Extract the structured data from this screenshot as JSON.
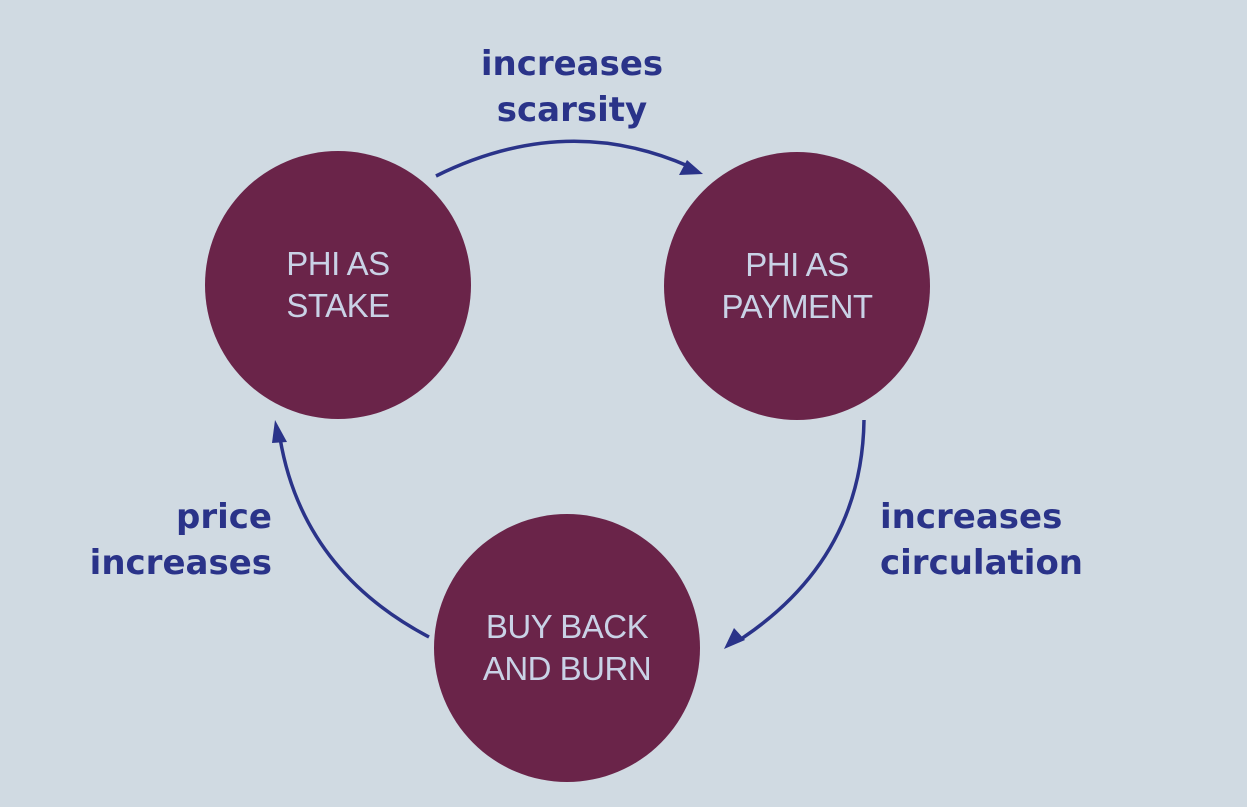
{
  "colors": {
    "background": "#d0dae2",
    "node_fill": "#6a2449",
    "node_text": "#c9d2e6",
    "arrow": "#2a3389",
    "label_text": "#2a3389"
  },
  "nodes": {
    "stake": {
      "line1": "PHI AS",
      "line2": "STAKE"
    },
    "payment": {
      "line1": "PHI AS",
      "line2": "PAYMENT"
    },
    "burn": {
      "line1": "BUY BACK",
      "line2": "AND BURN"
    }
  },
  "edges": {
    "stake_to_payment": {
      "line1": "increases",
      "line2": "scarsity"
    },
    "payment_to_burn": {
      "line1": "increases",
      "line2": "circulation"
    },
    "burn_to_stake": {
      "line1": "price",
      "line2": "increases"
    }
  }
}
